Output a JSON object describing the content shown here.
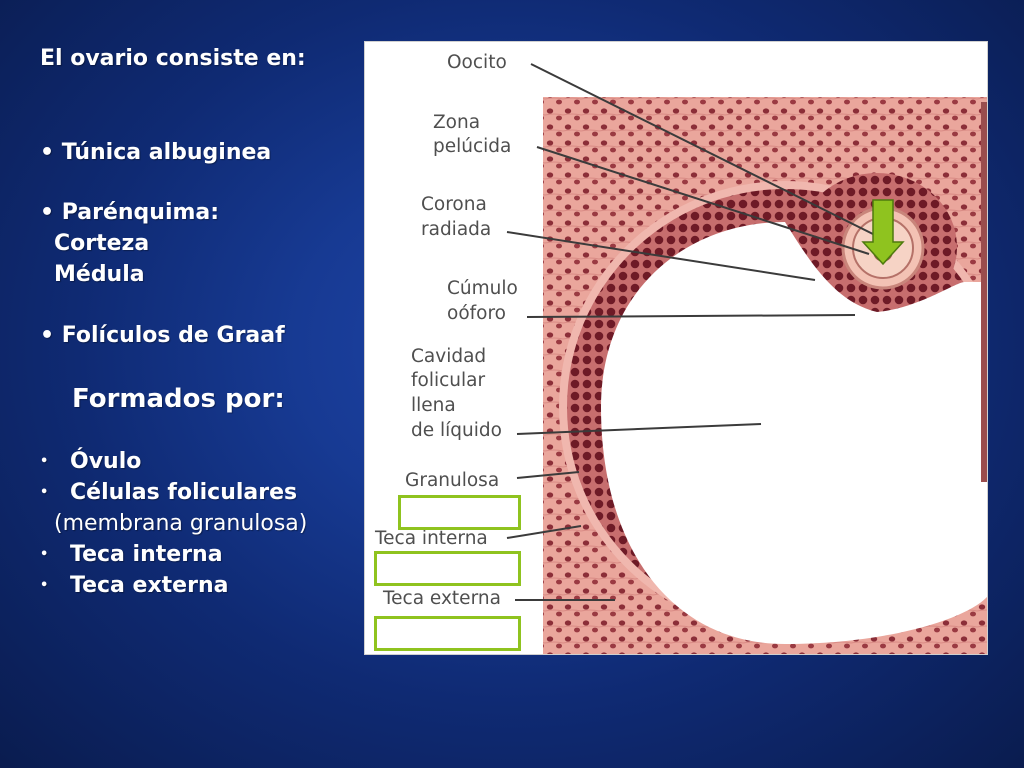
{
  "slide": {
    "heading": "El ovario consiste en:",
    "bullet_char": "•",
    "items": {
      "tunica": "Túnica albuginea",
      "parenquima": "Parénquima:",
      "corteza": "Corteza",
      "medula": "Médula",
      "foliculos": "Folículos de Graaf"
    },
    "subheading": "Formados por:",
    "components": {
      "ovulo": "Óvulo",
      "celulas": "Células foliculares",
      "membrana": "(membrana granulosa)",
      "teca_interna": "Teca interna",
      "teca_externa": "Teca externa"
    }
  },
  "figure": {
    "labels": {
      "oocito": "Oocito",
      "zona": "Zona",
      "pelucida": "pelúcida",
      "corona": "Corona",
      "radiada": "radiada",
      "cumulo": "Cúmulo",
      "ooforo": "oóforo",
      "cavidad": "Cavidad",
      "folicular": "folicular",
      "llena": "llena",
      "liquido": "de líquido",
      "granulosa": "Granulosa",
      "teca_interna": "Teca interna",
      "teca_externa": "Teca externa"
    }
  },
  "colors": {
    "background": "#173a93",
    "text": "#ffffff",
    "highlight_box": "#8fc31f",
    "arrow": "#8fc31f",
    "tissue": "#e9a59b",
    "nucleus": "#7a1f2c"
  }
}
